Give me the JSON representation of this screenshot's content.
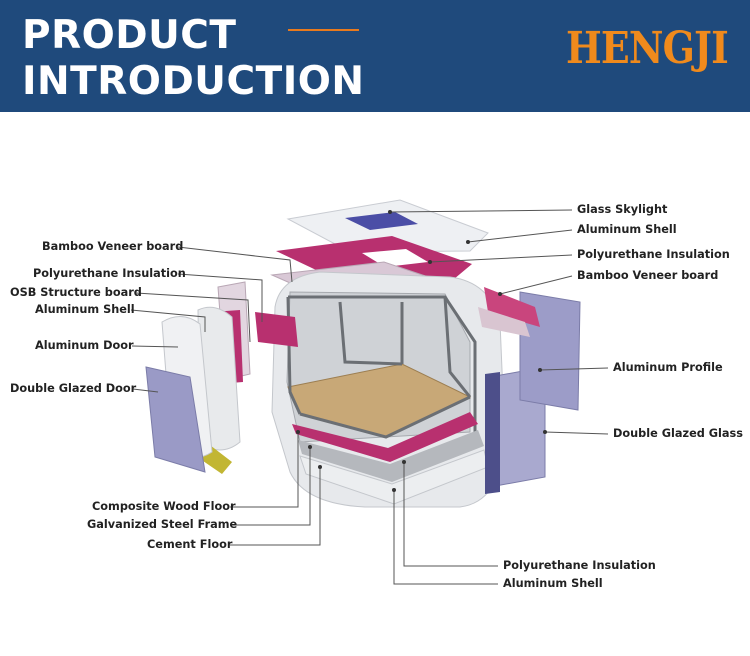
{
  "header": {
    "title_line1": "PRODUCT",
    "title_line2": "INTRODUCTION",
    "brand": "HENGJI",
    "background_color": "#1f4a7c",
    "brand_color": "#f08a1c"
  },
  "labels_left": [
    {
      "id": "bamboo-veneer-left",
      "text": "Bamboo Veneer board"
    },
    {
      "id": "polyurethane-left",
      "text": "Polyurethane Insulation"
    },
    {
      "id": "osb-structure",
      "text": "OSB Structure board"
    },
    {
      "id": "aluminum-shell-left",
      "text": "Aluminum Shell"
    },
    {
      "id": "aluminum-door",
      "text": "Aluminum Door"
    },
    {
      "id": "double-glazed-door",
      "text": "Double Glazed Door"
    }
  ],
  "labels_right": [
    {
      "id": "glass-skylight",
      "text": "Glass Skylight"
    },
    {
      "id": "aluminum-shell-right",
      "text": "Aluminum Shell"
    },
    {
      "id": "polyurethane-right",
      "text": "Polyurethane Insulation"
    },
    {
      "id": "bamboo-veneer-right",
      "text": "Bamboo Veneer board"
    },
    {
      "id": "aluminum-profile",
      "text": "Aluminum Profile"
    },
    {
      "id": "double-glazed-glass",
      "text": "Double Glazed Glass"
    }
  ],
  "labels_bottom_left": [
    {
      "id": "composite-wood-floor",
      "text": "Composite Wood Floor"
    },
    {
      "id": "galvanized-steel-frame",
      "text": "Galvanized  Steel Frame"
    },
    {
      "id": "cement-floor",
      "text": "Cement Floor"
    }
  ],
  "labels_bottom_right": [
    {
      "id": "polyurethane-bottom",
      "text": "Polyurethane Insulation"
    },
    {
      "id": "aluminum-shell-bottom",
      "text": "Aluminum Shell"
    }
  ]
}
